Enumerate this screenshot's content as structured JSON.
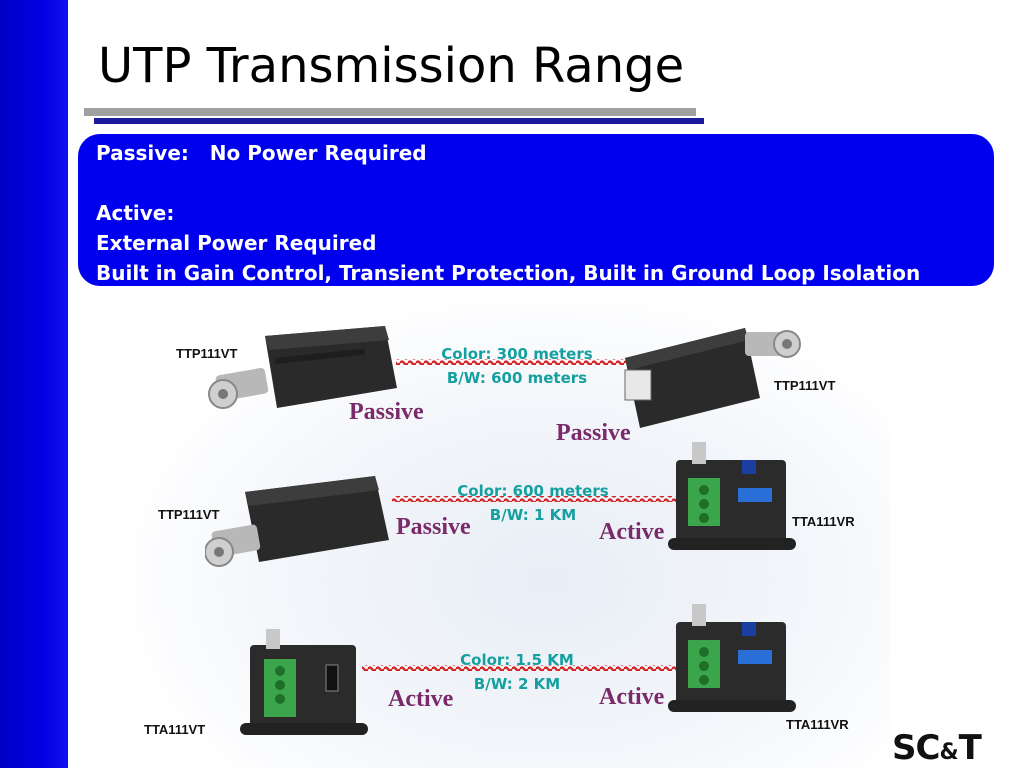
{
  "slide": {
    "title": "UTP Transmission Range"
  },
  "info_box": {
    "lines": [
      "Passive:   No Power Required",
      "",
      "Active:",
      "External Power Required",
      "Built in Gain Control, Transient Protection, Built in Ground Loop Isolation"
    ]
  },
  "rows": [
    {
      "left_device": "TTP111VT",
      "left_mode": "Passive",
      "right_device": "TTP111VT",
      "right_mode": "Passive",
      "range_color": "Color: 300 meters",
      "range_bw": "B/W: 600 meters"
    },
    {
      "left_device": "TTP111VT",
      "left_mode": "Passive",
      "right_device": "TTA111VR",
      "right_mode": "Active",
      "range_color": "Color: 600 meters",
      "range_bw": "B/W: 1 KM"
    },
    {
      "left_device": "TTA111VT",
      "left_mode": "Active",
      "right_device": "TTA111VR",
      "right_mode": "Active",
      "range_color": "Color: 1.5 KM",
      "range_bw": "B/W: 2 KM"
    }
  ],
  "logo": {
    "text_main": "SC",
    "text_amp": "&",
    "text_end": "T"
  },
  "colors": {
    "sidebar": "#0000e0",
    "info_box": "#0000ee",
    "range_text": "#14a0a0",
    "mode_label": "#7a2a6a",
    "cable": "#d42020"
  }
}
